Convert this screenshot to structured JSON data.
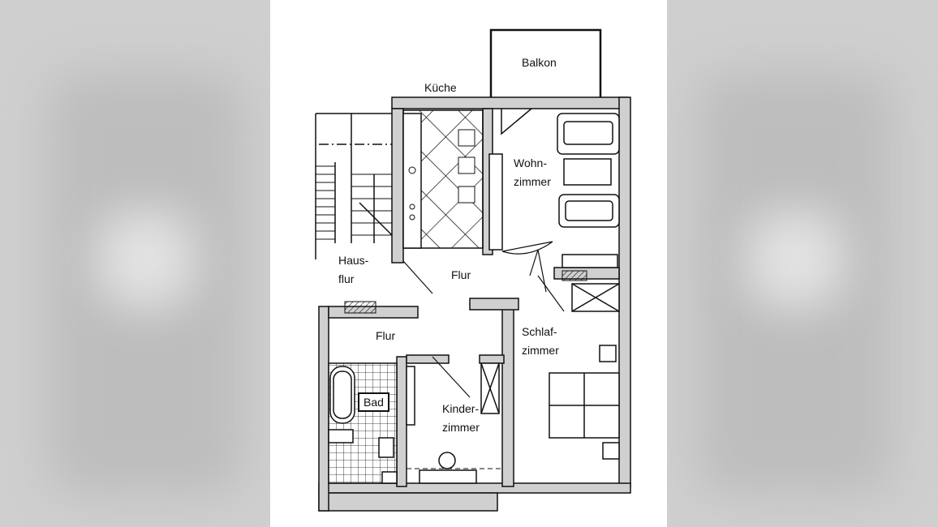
{
  "floorplan": {
    "rooms": {
      "balkon": {
        "label": "Balkon"
      },
      "kueche": {
        "label": "Küche"
      },
      "wohnzimmer": {
        "line1": "Wohn-",
        "line2": "zimmer"
      },
      "hausflur": {
        "line1": "Haus-",
        "line2": "flur"
      },
      "flur_main": {
        "label": "Flur"
      },
      "flur_lower": {
        "label": "Flur"
      },
      "schlafzimmer": {
        "line1": "Schlaf-",
        "line2": "zimmer"
      },
      "bad": {
        "label": "Bad"
      },
      "kinderzimmer": {
        "line1": "Kinder-",
        "line2": "zimmer"
      }
    },
    "colors": {
      "wall": "#111111",
      "wall_fill": "#d0d0d0",
      "background": "#cfcfcf"
    }
  }
}
